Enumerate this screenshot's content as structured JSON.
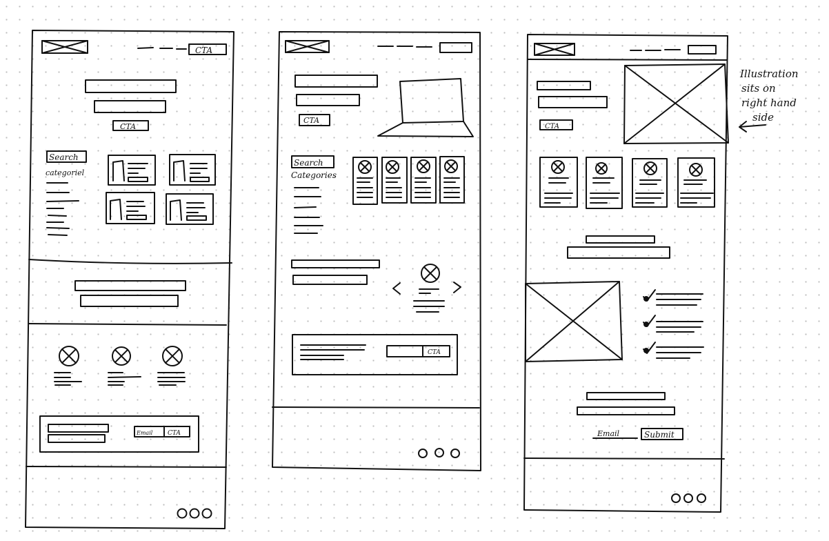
{
  "labels": {
    "cta": "CTA",
    "search": "Search",
    "categories_1": "categoriel",
    "categories_2": "Categories",
    "email": "Email",
    "submit": "Submit"
  },
  "annotation": {
    "line_1": "Illustration",
    "line_2": "sits on",
    "line_3": "right hand",
    "line_4": "side"
  },
  "colors": {
    "ink": "#111111",
    "paper": "#ffffff",
    "dots": "#bdbdbd"
  }
}
